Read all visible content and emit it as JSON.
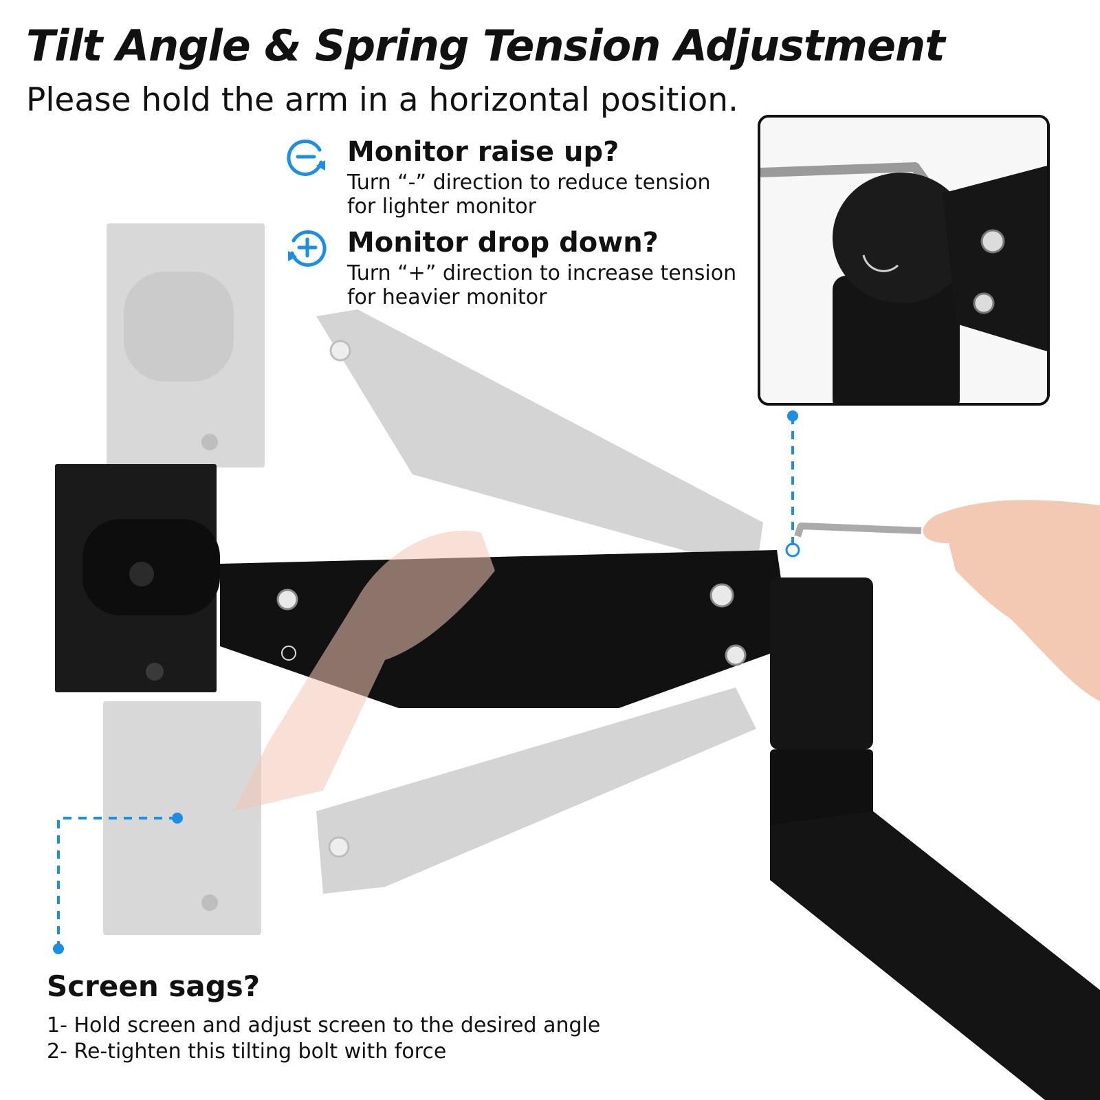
{
  "title": "Tilt Angle & Spring Tension Adjustment",
  "subtitle": "Please hold the arm in a horizontal position.",
  "tips": [
    {
      "icon": "minus-rotate-icon",
      "heading": "Monitor raise up?",
      "line1": "Turn “-” direction to reduce tension",
      "line2": "for lighter monitor"
    },
    {
      "icon": "plus-rotate-icon",
      "heading": "Monitor drop down?",
      "line1": "Turn “+” direction to increase tension",
      "line2": "for heavier monitor"
    }
  ],
  "sags": {
    "heading": "Screen sags?",
    "step1": "1- Hold screen and adjust screen to the desired angle",
    "step2": "2- Re-tighten this tilting bolt with force"
  },
  "colors": {
    "accent": "#1a8fe3",
    "arm": "#111111",
    "ghost": "#cfcfcf"
  }
}
